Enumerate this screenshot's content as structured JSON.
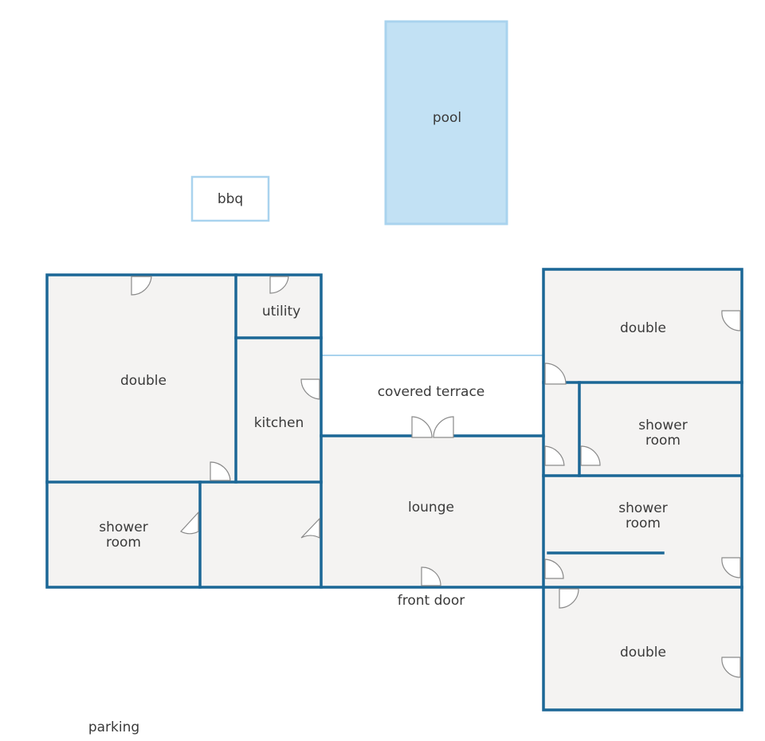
{
  "colors": {
    "wall": "#1b6796",
    "pool_fill": "#c2e1f4",
    "pool_outline": "#a9d3ee",
    "floor": "#f4f3f2",
    "text": "#3a3a3a"
  },
  "labels": {
    "pool": "pool",
    "bbq": "bbq",
    "utility": "utility",
    "double_left": "double",
    "kitchen": "kitchen",
    "covered_terrace": "covered terrace",
    "shower_room_left": [
      "shower",
      "room"
    ],
    "lounge": "lounge",
    "front_door": "front door",
    "double_right_top": "double",
    "shower_room_right_top": [
      "shower",
      "room"
    ],
    "shower_room_right_mid": [
      "shower",
      "room"
    ],
    "double_right_bottom": "double",
    "parking": "parking"
  }
}
